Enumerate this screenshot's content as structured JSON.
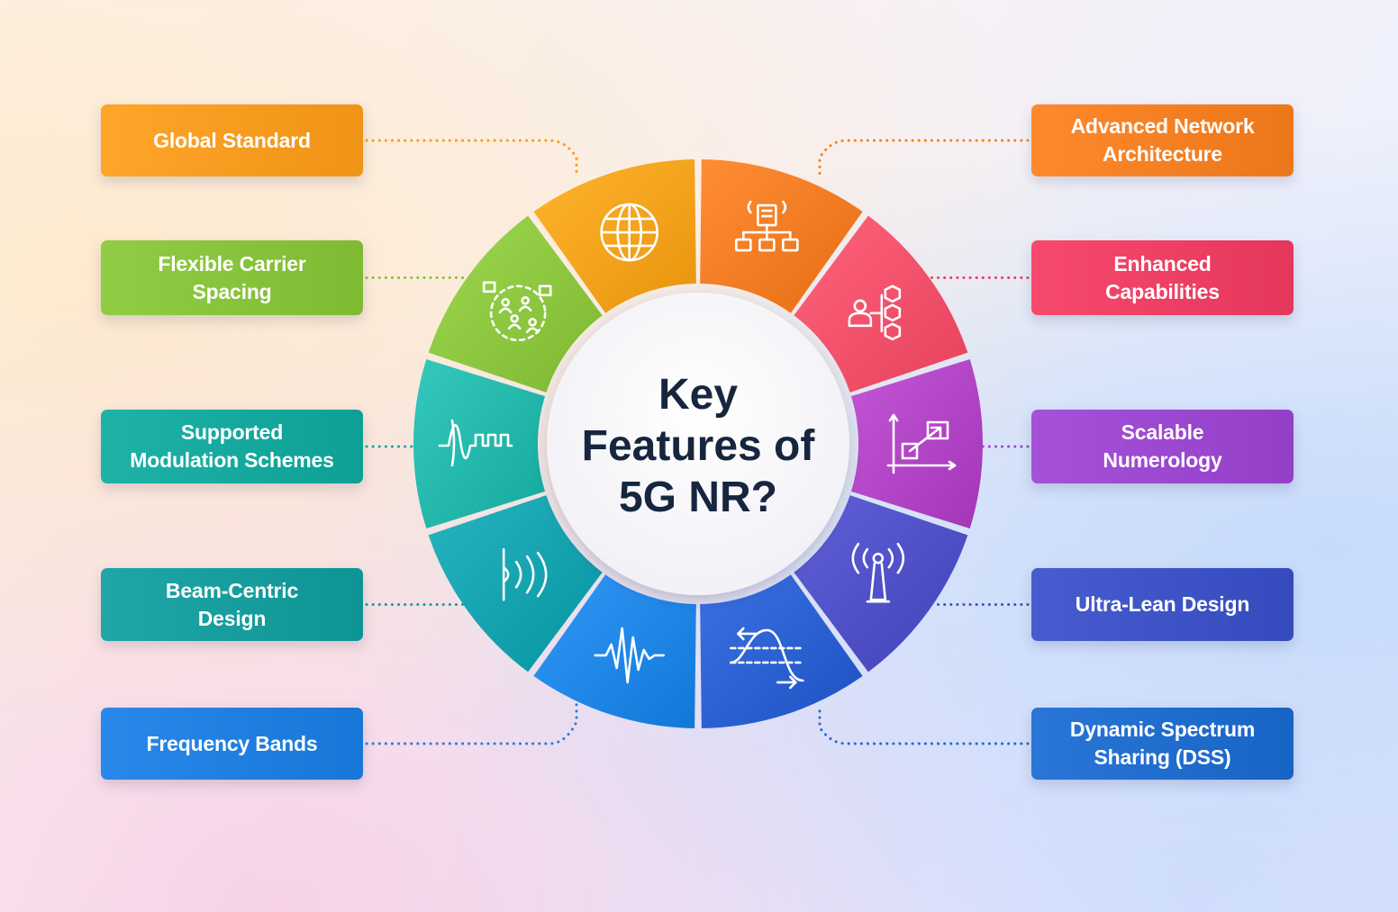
{
  "title_lines": [
    "Key",
    "Features of",
    "5G NR?"
  ],
  "segments": [
    {
      "label": "Advanced Network\nArchitecture",
      "color": "#f47b22",
      "icon": "network-hierarchy-icon"
    },
    {
      "label": "Enhanced\nCapabilities",
      "color": "#f4506a",
      "icon": "user-hexagon-network-icon"
    },
    {
      "label": "Scalable\nNumerology",
      "color": "#b044c4",
      "icon": "scaling-chart-icon"
    },
    {
      "label": "Ultra-Lean Design",
      "color": "#4e4fc6",
      "icon": "antenna-tower-icon"
    },
    {
      "label": "Dynamic Spectrum\nSharing (DSS)",
      "color": "#2a5fd0",
      "icon": "shared-sine-wave-icon"
    },
    {
      "label": "Frequency Bands",
      "color": "#1f86e6",
      "icon": "waveform-icon"
    },
    {
      "label": "Beam-Centric\nDesign",
      "color": "#14a2ae",
      "icon": "beam-signal-icon"
    },
    {
      "label": "Supported\nModulation Schemes",
      "color": "#22b7aa",
      "icon": "modulation-wave-icon"
    },
    {
      "label": "Flexible Carrier\nSpacing",
      "color": "#8cc63f",
      "icon": "people-network-icon"
    },
    {
      "label": "Global Standard",
      "color": "#f7a21b",
      "icon": "globe-icon"
    }
  ],
  "box_colors": {
    "Global Standard": "#f89b1f",
    "Flexible Carrier Spacing": "#86c23a",
    "Supported Modulation Schemes": "#15a89d",
    "Beam-Centric Design": "#169c9c",
    "Frequency Bands": "#1f7fe0",
    "Advanced Network Architecture": "#f47f22",
    "Enhanced Capabilities": "#ec3f63",
    "Scalable Numerology": "#9b47cf",
    "Ultra-Lean Design": "#3d53c5",
    "Dynamic Spectrum Sharing (DSS)": "#1f6ccd"
  }
}
